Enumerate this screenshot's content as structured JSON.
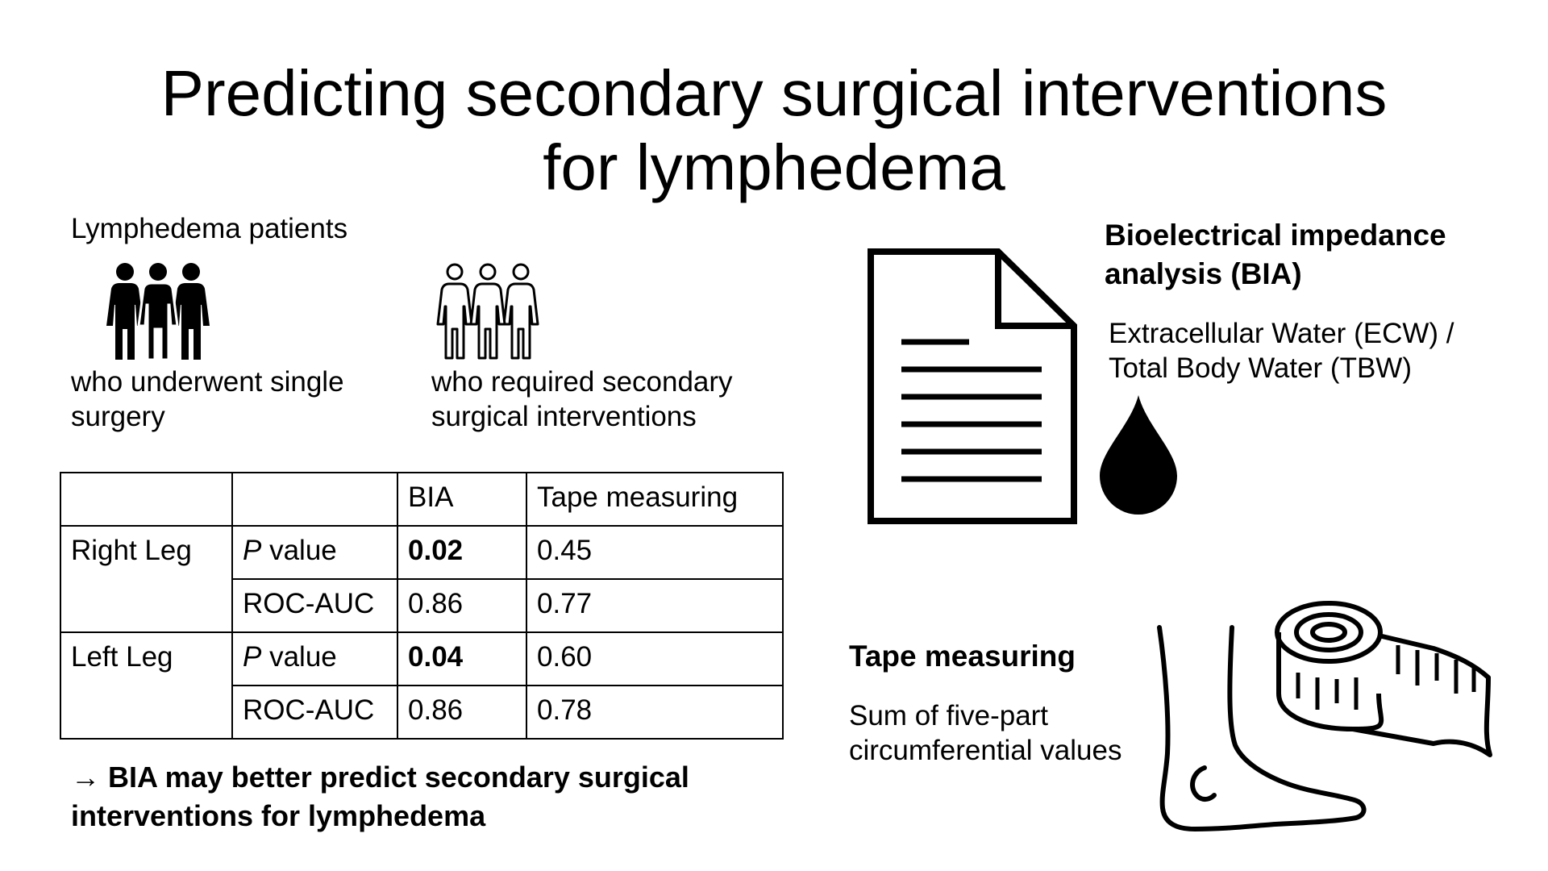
{
  "title": {
    "line1": "Predicting secondary surgical interventions",
    "line2": "for lymphedema"
  },
  "patients": {
    "heading": "Lymphedema patients",
    "single": {
      "line1": "who underwent single",
      "line2": "surgery",
      "icon": "people-filled-icon"
    },
    "secondary": {
      "line1": "who required secondary",
      "line2": "surgical interventions",
      "icon": "people-outline-icon"
    }
  },
  "table": {
    "headers": [
      "",
      "",
      "BIA",
      "Tape measuring"
    ],
    "groups": [
      {
        "name": "Right Leg",
        "rows": [
          {
            "metric_italic": "P",
            "metric_rest": " value",
            "bia": "0.02",
            "tape": "0.45"
          },
          {
            "metric_italic": "",
            "metric_rest": "ROC-AUC",
            "bia": "0.86",
            "tape": "0.77"
          }
        ]
      },
      {
        "name": "Left Leg",
        "rows": [
          {
            "metric_italic": "P",
            "metric_rest": " value",
            "bia": "0.04",
            "tape": "0.60"
          },
          {
            "metric_italic": "",
            "metric_rest": "ROC-AUC",
            "bia": "0.86",
            "tape": "0.78"
          }
        ]
      }
    ]
  },
  "conclusion": {
    "line1": "→ BIA may better predict secondary surgical",
    "line2": "interventions for lymphedema"
  },
  "bia": {
    "heading_line1": "Bioelectrical impedance",
    "heading_line2": "analysis (BIA)",
    "desc_line1": "Extracellular Water (ECW) /",
    "desc_line2": "Total Body Water (TBW)",
    "icons": [
      "document-icon",
      "water-drop-icon"
    ]
  },
  "tape": {
    "heading": "Tape measuring",
    "desc_line1": "Sum of five-part",
    "desc_line2": "circumferential values",
    "icons": [
      "leg-foot-icon",
      "measuring-tape-icon"
    ]
  }
}
